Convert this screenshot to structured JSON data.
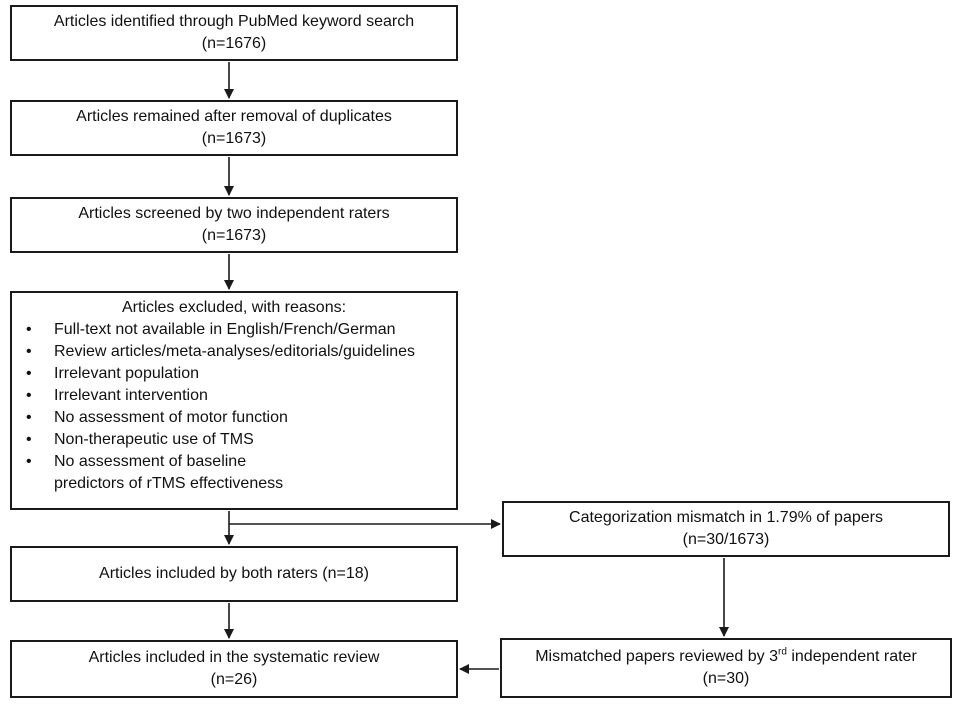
{
  "steps": {
    "identified": {
      "title": "Articles identified through PubMed keyword search",
      "count": "(n=1676)"
    },
    "deduplicated": {
      "title": "Articles remained after removal of duplicates",
      "count": "(n=1673)"
    },
    "screened": {
      "title": "Articles screened by two independent raters",
      "count": "(n=1673)"
    },
    "excluded": {
      "heading": "Articles excluded, with reasons:",
      "reasons": [
        "Full-text not available in English/French/German",
        "Review articles/meta-analyses/editorials/guidelines",
        "Irrelevant population",
        "Irrelevant intervention",
        "No assessment of motor function",
        "Non-therapeutic use of TMS",
        "No assessment of baseline predictors of rTMS effectiveness"
      ]
    },
    "both_raters": {
      "title": "Articles included by both raters (n=18)"
    },
    "final": {
      "title": "Articles included in the systematic review",
      "count": "(n=26)"
    },
    "mismatch": {
      "title": "Categorization mismatch in 1.79% of papers",
      "count": "(n=30/1673)"
    },
    "third_rater": {
      "title_before": "Mismatched papers reviewed by 3",
      "title_sup": "rd",
      "title_after": " independent rater",
      "count": "(n=30)"
    }
  }
}
